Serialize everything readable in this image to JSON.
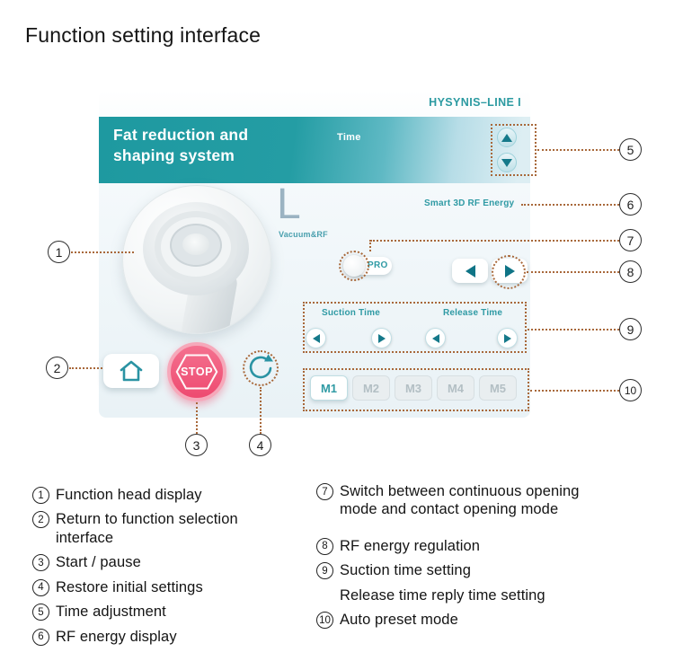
{
  "page": {
    "title": "Function setting interface"
  },
  "device": {
    "brand": "HYSYNIS–LINE I",
    "header": {
      "title_line1": "Fat reduction and",
      "title_line2": "shaping system",
      "time_label": "Time"
    },
    "mode": {
      "letter": "L",
      "subtitle": "Vacuum&RF"
    },
    "rf_energy_label": "Smart 3D RF Energy",
    "pro_button": "PRO",
    "suction_time_label": "Suction Time",
    "release_time_label": "Release Time",
    "stop_button": "STOP",
    "preset_buttons": [
      "M1",
      "M2",
      "M3",
      "M4",
      "M5"
    ]
  },
  "callouts": [
    "1",
    "2",
    "3",
    "4",
    "5",
    "6",
    "7",
    "8",
    "9",
    "10"
  ],
  "legend": {
    "left": [
      {
        "num": "1",
        "text": "Function head display"
      },
      {
        "num": "2",
        "text": "Return to function selection interface"
      },
      {
        "num": "3",
        "text": "Start / pause"
      },
      {
        "num": "4",
        "text": "Restore initial settings"
      },
      {
        "num": "5",
        "text": "Time adjustment"
      },
      {
        "num": "6",
        "text": "RF energy display"
      }
    ],
    "right": [
      {
        "num": "7",
        "text": "Switch between continuous opening mode and contact opening mode"
      },
      {
        "num": "8",
        "text": "RF energy regulation"
      },
      {
        "num": "9",
        "text": "Suction time setting"
      },
      {
        "num": "",
        "text": "Release time reply time setting"
      },
      {
        "num": "10",
        "text": "Auto preset mode"
      }
    ]
  },
  "colors": {
    "teal": "#1e99a0",
    "teal_text": "#2f9aa4",
    "stop_pink": "#ee4a70",
    "annotation": "#a8683a",
    "inactive_grey": "#b3bfc4"
  }
}
